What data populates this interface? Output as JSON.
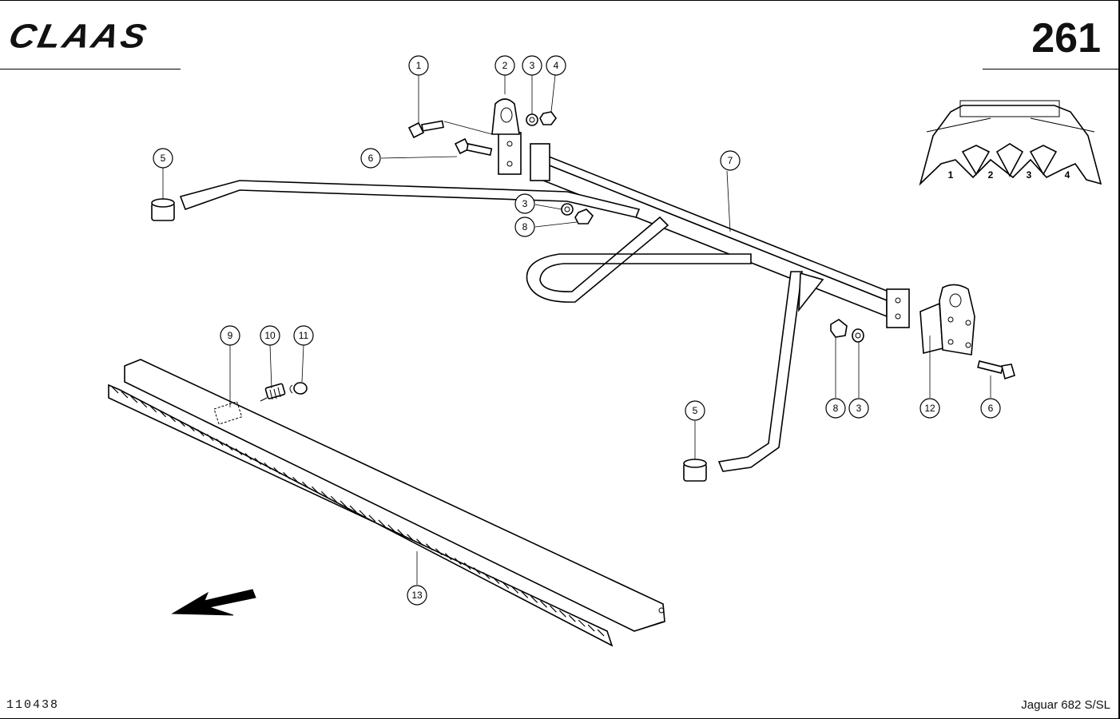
{
  "header": {
    "brand": "CLAAS",
    "page_number": "261"
  },
  "footer": {
    "document_code": "110438",
    "model": "Jaguar 682 S/SL"
  },
  "callouts": [
    {
      "id": "c1",
      "label": "1"
    },
    {
      "id": "c2",
      "label": "2"
    },
    {
      "id": "c3a",
      "label": "3"
    },
    {
      "id": "c4",
      "label": "4"
    },
    {
      "id": "c5a",
      "label": "5"
    },
    {
      "id": "c6a",
      "label": "6"
    },
    {
      "id": "c7",
      "label": "7"
    },
    {
      "id": "c3b",
      "label": "3"
    },
    {
      "id": "c8a",
      "label": "8"
    },
    {
      "id": "c9",
      "label": "9"
    },
    {
      "id": "c10",
      "label": "10"
    },
    {
      "id": "c11",
      "label": "11"
    },
    {
      "id": "c8b",
      "label": "8"
    },
    {
      "id": "c3c",
      "label": "3"
    },
    {
      "id": "c12",
      "label": "12"
    },
    {
      "id": "c6b",
      "label": "6"
    },
    {
      "id": "c5b",
      "label": "5"
    },
    {
      "id": "c13",
      "label": "13"
    }
  ],
  "inset": {
    "row_labels": [
      "1",
      "2",
      "3",
      "4"
    ]
  }
}
